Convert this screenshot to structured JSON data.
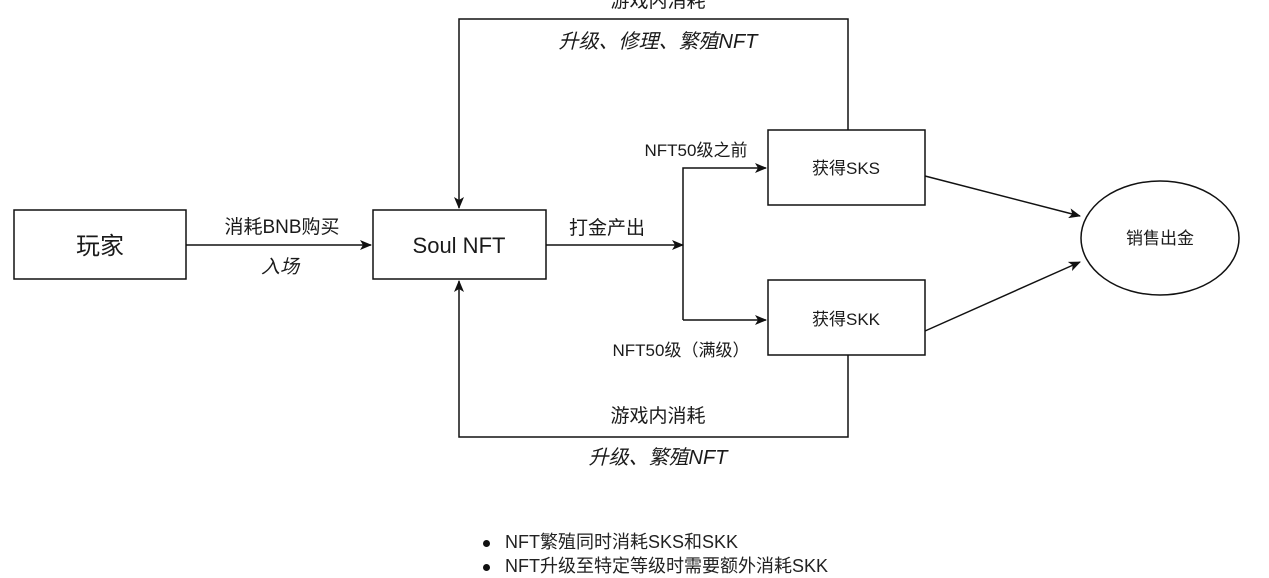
{
  "nodes": {
    "player": "玩家",
    "soul_nft": "Soul NFT",
    "sks": "获得SKS",
    "skk": "获得SKK",
    "sell": "销售出金"
  },
  "edges": {
    "buy_top": "消耗BNB购买",
    "buy_bottom": "入场",
    "farm": "打金产出",
    "before_50": "NFT50级之前",
    "at_50": "NFT50级（满级）",
    "top_loop_title": "游戏内消耗",
    "top_loop_detail": "升级、修理、繁殖NFT",
    "bottom_loop_title": "游戏内消耗",
    "bottom_loop_detail": "升级、繁殖NFT"
  },
  "notes": [
    "NFT繁殖同时消耗SKS和SKK",
    "NFT升级至特定等级时需要额外消耗SKK"
  ]
}
